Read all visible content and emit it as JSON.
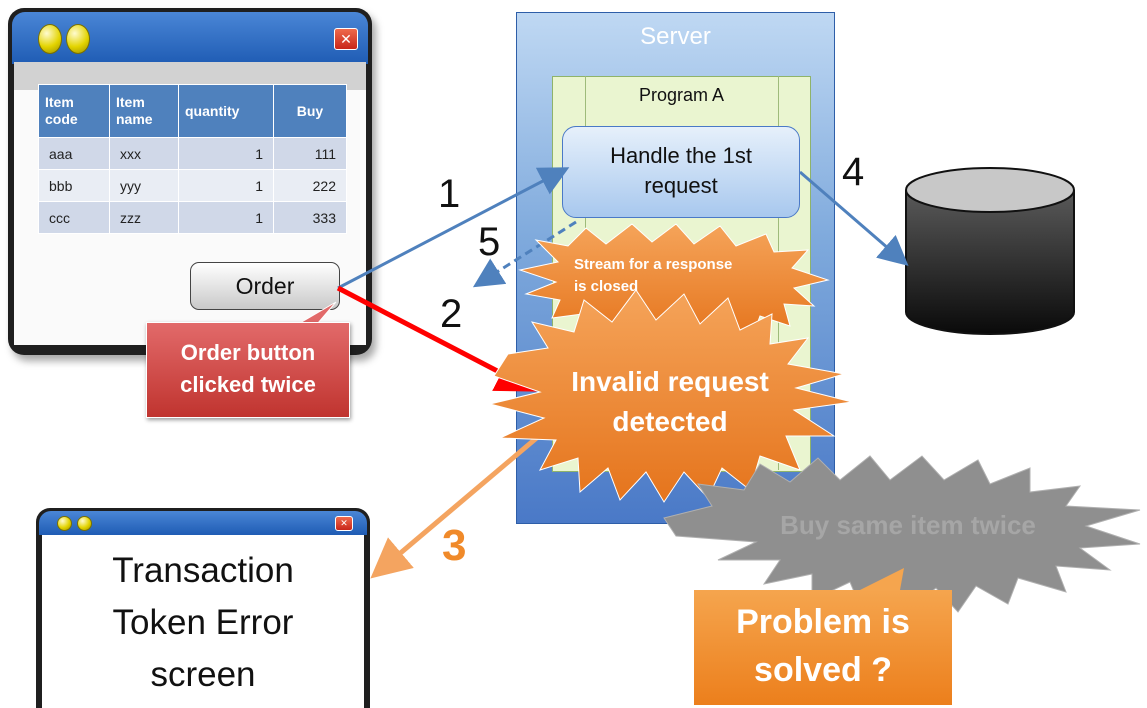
{
  "order_window": {
    "table": {
      "headers": [
        "Item\ncode",
        "Item\nname",
        "quantity",
        "Buy"
      ],
      "rows": [
        [
          "aaa",
          "xxx",
          "1",
          "111"
        ],
        [
          "bbb",
          "yyy",
          "1",
          "222"
        ],
        [
          "ccc",
          "zzz",
          "1",
          "333"
        ]
      ]
    },
    "order_button": "Order",
    "callout_line1": "Order button",
    "callout_line2": "clicked twice"
  },
  "server": {
    "title": "Server",
    "program_title": "Program A",
    "handle_line1": "Handle the 1st",
    "handle_line2": "request",
    "stream_line1": "Stream for a response",
    "stream_line2": "is closed",
    "invalid_line1": "Invalid request",
    "invalid_line2": "detected"
  },
  "steps": {
    "s1": "1",
    "s2": "2",
    "s3": "3",
    "s4": "4",
    "s5": "5"
  },
  "error_window": {
    "line1": "Transaction",
    "line2": "Token Error",
    "line3": "screen"
  },
  "buy_twice": "Buy same item twice",
  "problem_line1": "Problem is",
  "problem_line2": "solved ?",
  "colors": {
    "blue_arrow": "#4f81bd",
    "red_arrow": "#ff0000",
    "orange_arrow": "#f4a460",
    "burst_orange": "#f08a2a",
    "burst_gray": "#8f8f8f"
  }
}
